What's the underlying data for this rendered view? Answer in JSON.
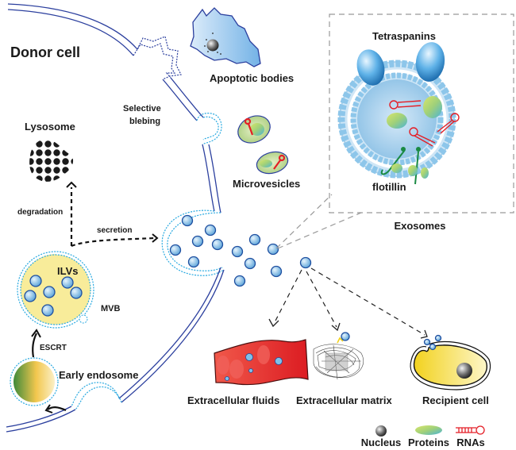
{
  "labels": {
    "donor_cell": "Donor cell",
    "apoptotic_bodies": "Apoptotic bodies",
    "selective_blebing_line1": "Selective",
    "selective_blebing_line2": "blebing",
    "lysosome": "Lysosome",
    "degradation": "degradation",
    "secretion": "secretion",
    "microvesicles": "Microvesicles",
    "ilvs": "ILVs",
    "mvb": "MVB",
    "escrt": "ESCRT",
    "early_endosome": "Early endosome",
    "tetraspanins": "Tetraspanins",
    "flotillin": "flotillin",
    "exosomes": "Exosomes",
    "extracellular_fluids": "Extracellular fluids",
    "extracellular_matrix": "Extracellular matrix",
    "recipient_cell": "Recipient cell"
  },
  "legend": [
    {
      "icon": "nucleus-icon",
      "label": "Nucleus"
    },
    {
      "icon": "proteins-icon",
      "label": "Proteins"
    },
    {
      "icon": "rnas-icon",
      "label": "RNAs"
    }
  ],
  "colors": {
    "membrane": "#2b3f9e",
    "vesicle_membrane_dotted": "#29a9e0",
    "vesicle_fill": "#a9d3ef",
    "mvb_fill": "#f8ec9a",
    "fluid_red": "#e8262a",
    "recipient_yellow": "#f4dc3c",
    "rna_red": "#e41e26",
    "flotillin_green": "#1a8a43",
    "microvesicle_fill": "#c5dd9c",
    "apoptotic_blue": "#8fc3ea"
  }
}
